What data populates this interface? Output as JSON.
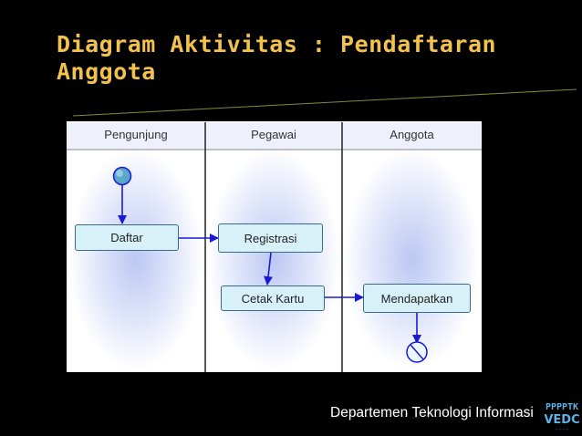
{
  "slide": {
    "title": "Diagram Aktivitas : Pendaftaran Anggota",
    "dot_mark": ".",
    "footer_text": "Departemen Teknologi Informasi",
    "logo_text": "PPPPTK VEDC"
  },
  "lanes": [
    {
      "label": "Pengunjung"
    },
    {
      "label": "Pegawai"
    },
    {
      "label": "Anggota"
    }
  ],
  "nodes": {
    "daftar": "Daftar",
    "registrasi": "Registrasi",
    "cetak_kartu": "Cetak Kartu",
    "mendapatkan": "Mendapatkan"
  },
  "colors": {
    "title": "#f2c14e",
    "background": "#000000",
    "arrow": "#1a1ad6",
    "node_fill": "#d8f1f9",
    "lane_glow": "#c9d4f4"
  }
}
